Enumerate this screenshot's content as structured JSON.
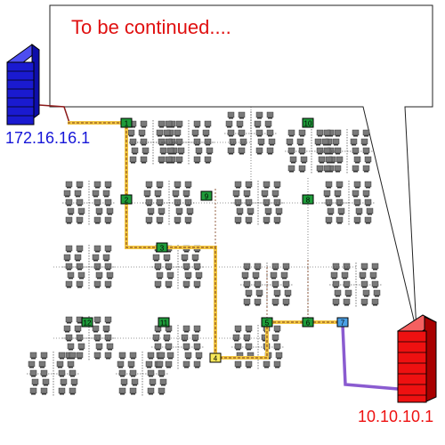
{
  "callout": {
    "text": "To be continued...."
  },
  "source": {
    "ip": "172.16.16.1",
    "color": "#1515d8"
  },
  "destination": {
    "ip": "10.10.10.1",
    "color": "#ee1111"
  },
  "route": {
    "color": "#f2c744",
    "alt_color": "#8a5bd0"
  },
  "nodes": [
    {
      "id": "1"
    },
    {
      "id": "2"
    },
    {
      "id": "3"
    },
    {
      "id": "4"
    },
    {
      "id": "5"
    },
    {
      "id": "6"
    },
    {
      "id": "7"
    },
    {
      "id": "8"
    },
    {
      "id": "9"
    },
    {
      "id": "10"
    },
    {
      "id": "11"
    },
    {
      "id": "12"
    }
  ]
}
